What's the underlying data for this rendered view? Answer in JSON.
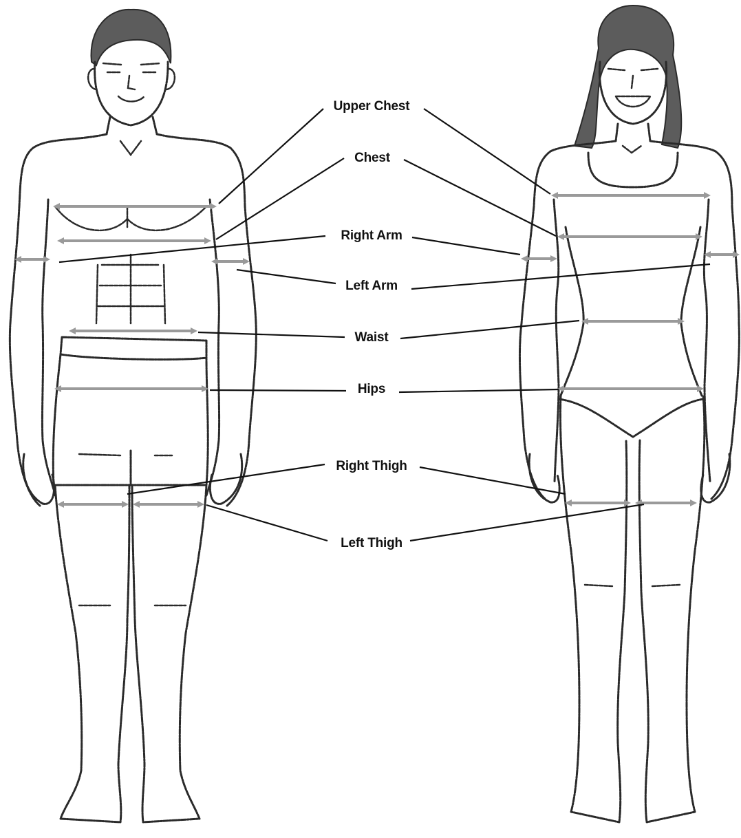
{
  "labels": {
    "upper_chest": "Upper Chest",
    "chest": "Chest",
    "right_arm": "Right Arm",
    "left_arm": "Left Arm",
    "waist": "Waist",
    "hips": "Hips",
    "right_thigh": "Right Thigh",
    "left_thigh": "Left Thigh"
  },
  "colors": {
    "measure_arrow": "#9a9a9a",
    "leader_line": "#111111",
    "outline": "#2a2a2a",
    "hair": "#5c5c5c"
  },
  "figures": [
    "male-figure",
    "female-figure"
  ]
}
